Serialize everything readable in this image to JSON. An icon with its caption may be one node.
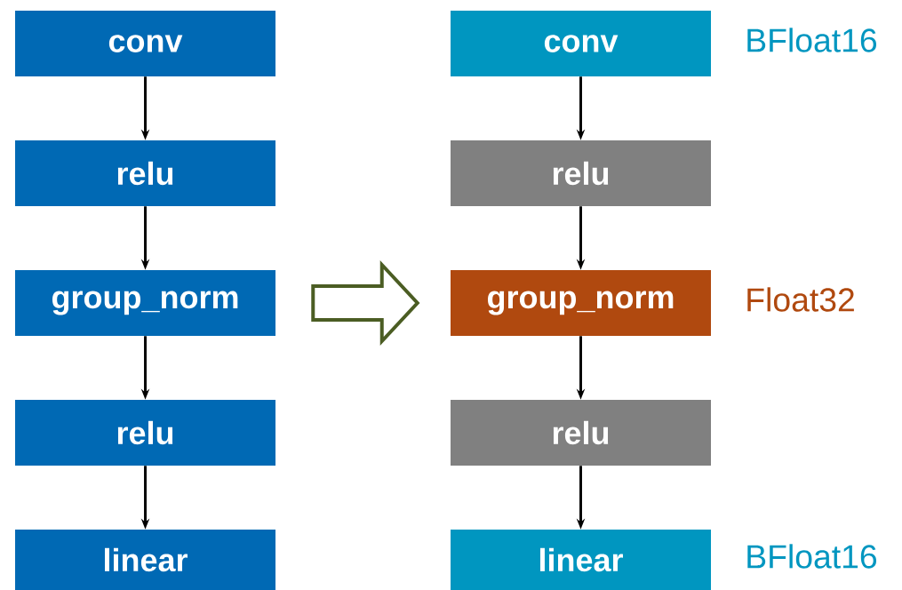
{
  "diagram": {
    "nodes": [
      {
        "text": [
          "conv"
        ]
      },
      {
        "text": [
          "relu"
        ]
      },
      {
        "text": [
          "group_norm"
        ]
      },
      {
        "text": [
          "relu"
        ]
      },
      {
        "text": [
          "linear"
        ]
      },
      {
        "text": [
          "conv"
        ],
        "beside": [
          "BFloat16"
        ]
      },
      {
        "text": [
          "relu"
        ]
      },
      {
        "text": [
          "group_norm"
        ],
        "beside": [
          "Float32"
        ]
      },
      {
        "text": [
          "relu"
        ]
      },
      {
        "text": [
          "linear"
        ],
        "beside": [
          "BFloat16"
        ]
      }
    ],
    "edges": [
      {
        "from": 0,
        "to": 1,
        "arrow": "to"
      },
      {
        "from": 1,
        "to": 2,
        "arrow": "to"
      },
      {
        "from": 2,
        "to": 3,
        "arrow": "to"
      },
      {
        "from": 3,
        "to": 4,
        "arrow": "to"
      },
      {
        "from": 5,
        "to": 6,
        "arrow": "to"
      },
      {
        "from": 6,
        "to": 7,
        "arrow": "to"
      },
      {
        "from": 7,
        "to": 8,
        "arrow": "to"
      },
      {
        "from": 8,
        "to": 9,
        "arrow": "to"
      },
      {
        "from": 2,
        "to": 7,
        "arrow": "to",
        "style": "thick",
        "color": "#4b5d23"
      }
    ]
  }
}
